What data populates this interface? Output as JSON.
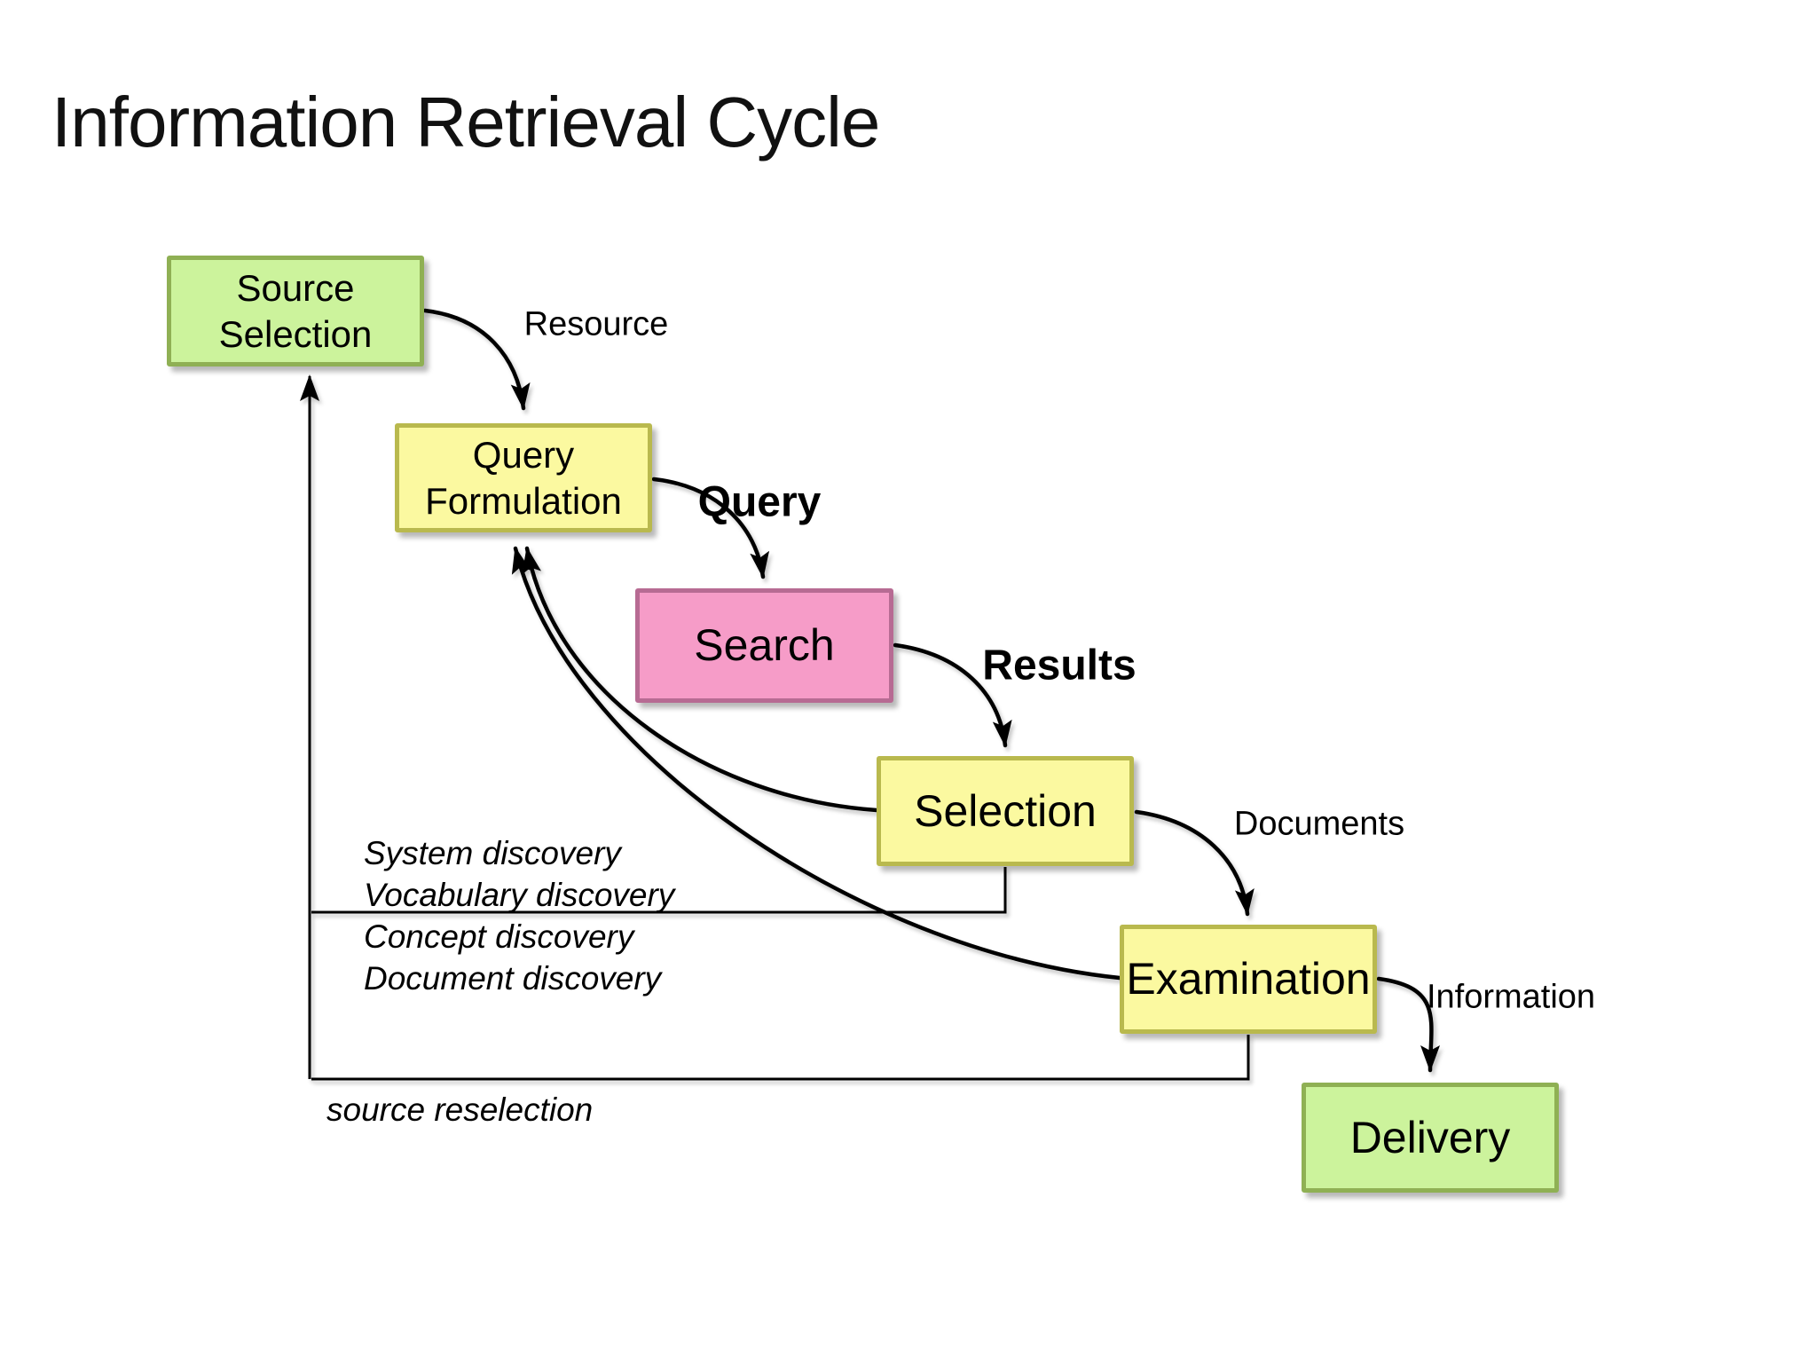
{
  "title": "Information Retrieval Cycle",
  "colors": {
    "background": "#ffffff",
    "text": "#000000",
    "line": "#000000",
    "box_green_fill": "#ccf39c",
    "box_green_border": "#8fb054",
    "box_yellow_fill": "#fbf9a0",
    "box_yellow_border": "#b9b94e",
    "box_pink_fill": "#f69cc8",
    "box_pink_border": "#b76b93"
  },
  "nodes": [
    {
      "id": "source-selection",
      "label": "Source\nSelection",
      "color": "green"
    },
    {
      "id": "query-formulation",
      "label": "Query\nFormulation",
      "color": "yellow"
    },
    {
      "id": "search",
      "label": "Search",
      "color": "pink"
    },
    {
      "id": "selection",
      "label": "Selection",
      "color": "yellow"
    },
    {
      "id": "examination",
      "label": "Examination",
      "color": "yellow"
    },
    {
      "id": "delivery",
      "label": "Delivery",
      "color": "green"
    }
  ],
  "edge_labels": [
    {
      "id": "resource",
      "text": "Resource",
      "bold": false
    },
    {
      "id": "query",
      "text": "Query",
      "bold": true
    },
    {
      "id": "results",
      "text": "Results",
      "bold": true
    },
    {
      "id": "documents",
      "text": "Documents",
      "bold": false
    },
    {
      "id": "information",
      "text": "Information",
      "bold": false
    }
  ],
  "feedback_labels": {
    "discovery_lines": [
      "System discovery",
      "Vocabulary discovery",
      "Concept discovery",
      "Document discovery"
    ],
    "source_reselection": "source reselection"
  }
}
